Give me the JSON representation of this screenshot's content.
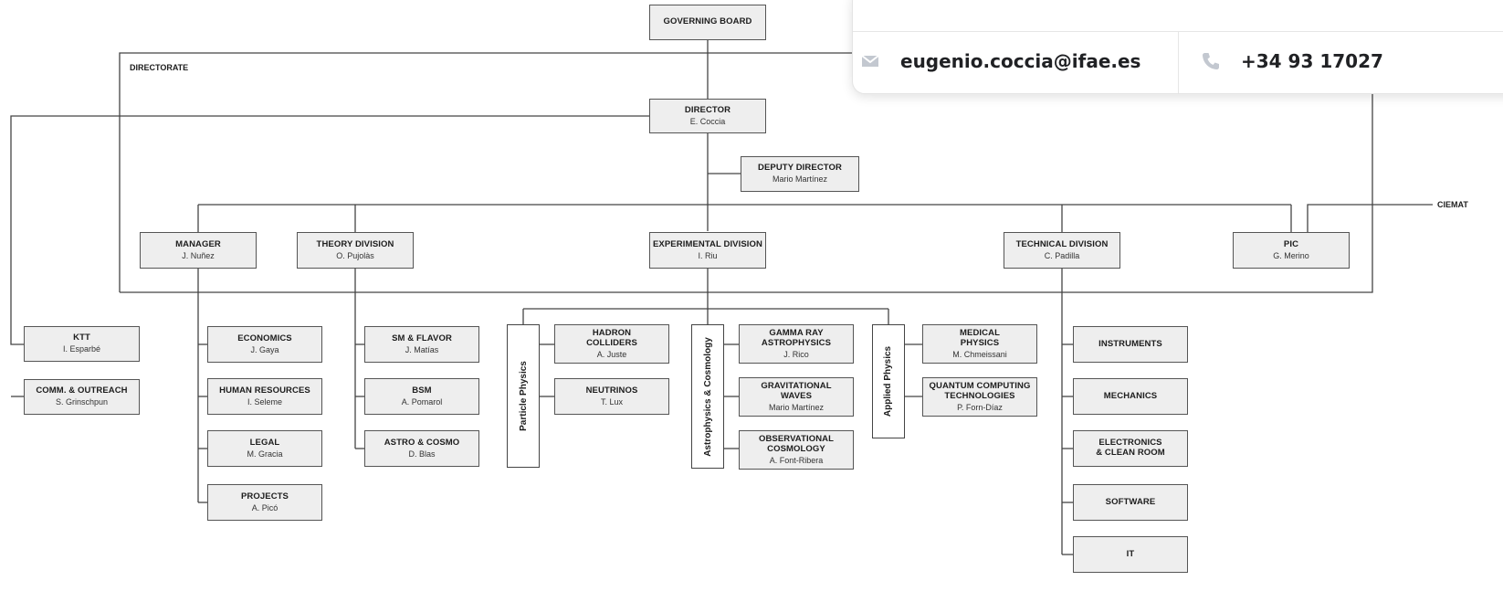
{
  "labels": {
    "directorate": "DIRECTORATE",
    "ciemat": "CIEMAT"
  },
  "boxes": {
    "governing_board": {
      "title": "GOVERNING BOARD",
      "sub": ""
    },
    "director": {
      "title": "DIRECTOR",
      "sub": "E. Coccia"
    },
    "deputy_director": {
      "title": "DEPUTY DIRECTOR",
      "sub": "Mario Martínez"
    },
    "manager": {
      "title": "MANAGER",
      "sub": "J. Nuñez"
    },
    "theory_division": {
      "title": "THEORY DIVISION",
      "sub": "O. Pujolàs"
    },
    "experimental_division": {
      "title": "EXPERIMENTAL DIVISION",
      "sub": "I. Riu"
    },
    "technical_division": {
      "title": "TECHNICAL DIVISION",
      "sub": "C. Padilla"
    },
    "pic": {
      "title": "PIC",
      "sub": "G. Merino"
    },
    "ktt": {
      "title": "KTT",
      "sub": "I. Esparbé"
    },
    "comm_outreach": {
      "title": "COMM. & OUTREACH",
      "sub": "S. Grinschpun"
    },
    "economics": {
      "title": "ECONOMICS",
      "sub": "J. Gaya"
    },
    "human_resources": {
      "title": "HUMAN RESOURCES",
      "sub": "I. Seleme"
    },
    "legal": {
      "title": "LEGAL",
      "sub": "M. Gracia"
    },
    "projects": {
      "title": "PROJECTS",
      "sub": "A. Picó"
    },
    "sm_flavor": {
      "title": "SM & FLAVOR",
      "sub": "J. Matías"
    },
    "bsm": {
      "title": "BSM",
      "sub": "A. Pomarol"
    },
    "astro_cosmo": {
      "title": "ASTRO & COSMO",
      "sub": "D. Blas"
    },
    "hadron_colliders": {
      "title": "HADRON\nCOLLIDERS",
      "sub": "A. Juste"
    },
    "neutrinos": {
      "title": "NEUTRINOS",
      "sub": "T. Lux"
    },
    "gamma_ray": {
      "title": "GAMMA RAY\nASTROPHYSICS",
      "sub": "J. Rico"
    },
    "grav_waves": {
      "title": "GRAVITATIONAL\nWAVES",
      "sub": "Mario Martínez"
    },
    "obs_cosmology": {
      "title": "OBSERVATIONAL\nCOSMOLOGY",
      "sub": "A. Font-Ribera"
    },
    "medical_physics": {
      "title": "MEDICAL\nPHYSICS",
      "sub": "M. Chmeissani"
    },
    "quantum_computing": {
      "title": "QUANTUM COMPUTING\nTECHNOLOGIES",
      "sub": "P. Forn-Díaz"
    },
    "instruments": {
      "title": "INSTRUMENTS",
      "sub": ""
    },
    "mechanics": {
      "title": "MECHANICS",
      "sub": ""
    },
    "electronics": {
      "title": "ELECTRONICS\n& CLEAN ROOM",
      "sub": ""
    },
    "software": {
      "title": "SOFTWARE",
      "sub": ""
    },
    "it": {
      "title": "IT",
      "sub": ""
    }
  },
  "groups": {
    "particle_physics": "Particle Physics",
    "astrophysics_cosmology": "Astrophysics & Cosmology",
    "applied_physics": "Applied Physics"
  },
  "contact": {
    "email": "eugenio.coccia@ifae.es",
    "phone": "+34 93 17027",
    "email_icon": "envelope-icon",
    "phone_icon": "phone-icon",
    "icon_color": "#c3c8d0"
  }
}
